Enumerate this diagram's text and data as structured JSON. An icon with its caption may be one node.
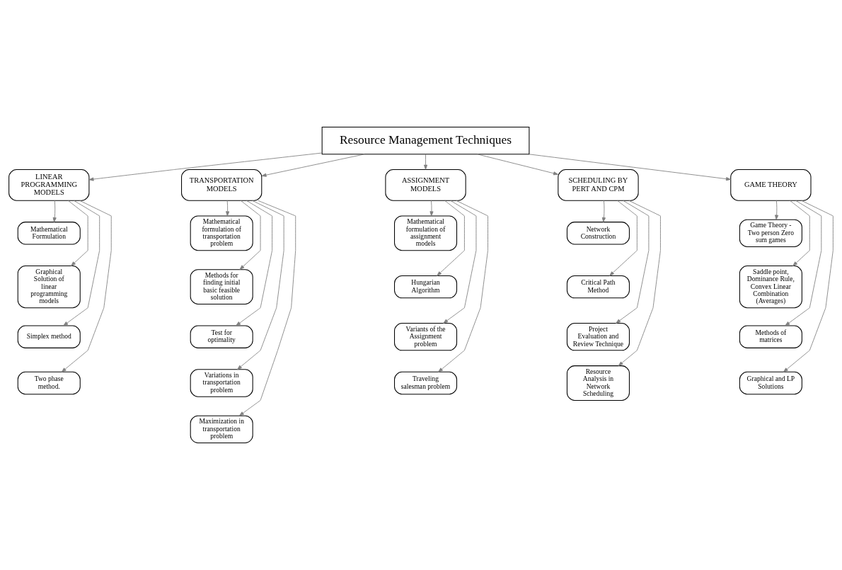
{
  "diagram": {
    "nodes": [
      {
        "text": [
          "Resource Management Techniques"
        ]
      },
      {
        "text": [
          "LINEAR PROGRAMMING MODELS"
        ]
      },
      {
        "text": [
          "TRANSPORTATION MODELS"
        ]
      },
      {
        "text": [
          "ASSIGNMENT MODELS"
        ]
      },
      {
        "text": [
          "SCHEDULING BY PERT AND CPM"
        ]
      },
      {
        "text": [
          "GAME THEORY"
        ]
      },
      {
        "text": [
          "Mathematical Formulation"
        ]
      },
      {
        "text": [
          "Graphical Solution of linear programming models"
        ]
      },
      {
        "text": [
          "Simplex method"
        ]
      },
      {
        "text": [
          "Two phase method."
        ]
      },
      {
        "text": [
          "Mathematical formulation of transportation problem"
        ]
      },
      {
        "text": [
          "Methods for finding initial basic feasible solution"
        ]
      },
      {
        "text": [
          "Test for optimality"
        ]
      },
      {
        "text": [
          "Variations in transportation problem"
        ]
      },
      {
        "text": [
          "Maximization in transportation problem"
        ]
      },
      {
        "text": [
          "Mathematical formulation of assignment models"
        ]
      },
      {
        "text": [
          "Hungarian Algorithm"
        ]
      },
      {
        "text": [
          "Variants of the Assignment problem"
        ]
      },
      {
        "text": [
          "Traveling salesman problem"
        ]
      },
      {
        "text": [
          "Network Construction"
        ]
      },
      {
        "text": [
          "Critical Path Method"
        ]
      },
      {
        "text": [
          "Project Evaluation and Review Technique"
        ]
      },
      {
        "text": [
          "Resource Analysis in Network Scheduling"
        ]
      },
      {
        "text": [
          "Game Theory - Two person Zero sum games"
        ]
      },
      {
        "text": [
          "Saddle point, Dominance Rule, Convex Linear Combination (Averages)"
        ]
      },
      {
        "text": [
          "Methods of matrices"
        ]
      },
      {
        "text": [
          "Graphical and LP Solutions"
        ]
      }
    ],
    "edges": [
      {
        "from": 0,
        "to": 1,
        "arrow": "to"
      },
      {
        "from": 0,
        "to": 2,
        "arrow": "to"
      },
      {
        "from": 0,
        "to": 3,
        "arrow": "to"
      },
      {
        "from": 0,
        "to": 4,
        "arrow": "to"
      },
      {
        "from": 0,
        "to": 5,
        "arrow": "to"
      },
      {
        "from": 1,
        "to": 6,
        "arrow": "to"
      },
      {
        "from": 1,
        "to": 7,
        "arrow": "to"
      },
      {
        "from": 1,
        "to": 8,
        "arrow": "to"
      },
      {
        "from": 1,
        "to": 9,
        "arrow": "to"
      },
      {
        "from": 2,
        "to": 10,
        "arrow": "to"
      },
      {
        "from": 2,
        "to": 11,
        "arrow": "to"
      },
      {
        "from": 2,
        "to": 12,
        "arrow": "to"
      },
      {
        "from": 2,
        "to": 13,
        "arrow": "to"
      },
      {
        "from": 2,
        "to": 14,
        "arrow": "to"
      },
      {
        "from": 3,
        "to": 15,
        "arrow": "to"
      },
      {
        "from": 3,
        "to": 16,
        "arrow": "to"
      },
      {
        "from": 3,
        "to": 17,
        "arrow": "to"
      },
      {
        "from": 3,
        "to": 18,
        "arrow": "to"
      },
      {
        "from": 4,
        "to": 19,
        "arrow": "to"
      },
      {
        "from": 4,
        "to": 20,
        "arrow": "to"
      },
      {
        "from": 4,
        "to": 21,
        "arrow": "to"
      },
      {
        "from": 4,
        "to": 22,
        "arrow": "to"
      },
      {
        "from": 5,
        "to": 23,
        "arrow": "to"
      },
      {
        "from": 5,
        "to": 24,
        "arrow": "to"
      },
      {
        "from": 5,
        "to": 25,
        "arrow": "to"
      },
      {
        "from": 5,
        "to": 26,
        "arrow": "to"
      }
    ]
  }
}
